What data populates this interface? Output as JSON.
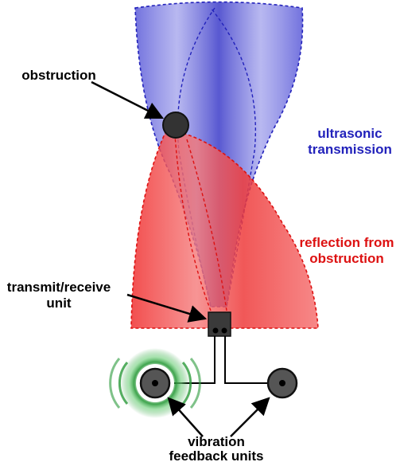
{
  "labels": {
    "obstruction": "obstruction",
    "ultrasonic_line1": "ultrasonic",
    "ultrasonic_line2": "transmission",
    "reflection_line1": "reflection from",
    "reflection_line2": "obstruction",
    "transmit_line1": "transmit/receive",
    "transmit_line2": "unit",
    "vibration_line1": "vibration",
    "vibration_line2": "feedback units"
  },
  "colors": {
    "transmission": "#2222bb",
    "reflection": "#dd1111",
    "vibration_glow": "#2a9a3a",
    "device": "#3a3a3a"
  }
}
